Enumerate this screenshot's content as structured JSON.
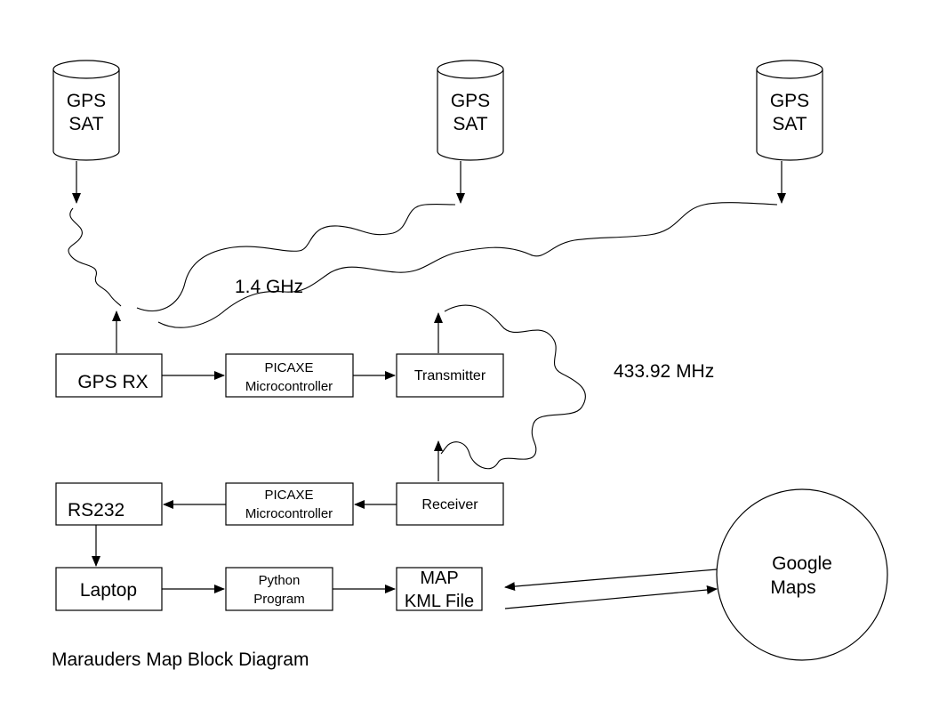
{
  "satellites": [
    {
      "line1": "GPS",
      "line2": "SAT"
    },
    {
      "line1": "GPS",
      "line2": "SAT"
    },
    {
      "line1": "GPS",
      "line2": "SAT"
    }
  ],
  "labels": {
    "gps_freq": "1.4 GHz",
    "radio_freq": "433.92 MHz",
    "caption": "Marauders Map Block Diagram"
  },
  "blocks": {
    "gps_rx": {
      "line1": "GPS RX"
    },
    "picaxe_tx": {
      "line1": "PICAXE",
      "line2": "Microcontroller"
    },
    "transmitter": {
      "line1": "Transmitter"
    },
    "rs232": {
      "line1": "RS232"
    },
    "picaxe_rx": {
      "line1": "PICAXE",
      "line2": "Microcontroller"
    },
    "receiver": {
      "line1": "Receiver"
    },
    "laptop": {
      "line1": "Laptop"
    },
    "python": {
      "line1": "Python",
      "line2": "Program"
    },
    "map": {
      "line1": "MAP",
      "line2": "KML File"
    }
  },
  "google_maps": {
    "line1": "Google",
    "line2": "Maps"
  }
}
